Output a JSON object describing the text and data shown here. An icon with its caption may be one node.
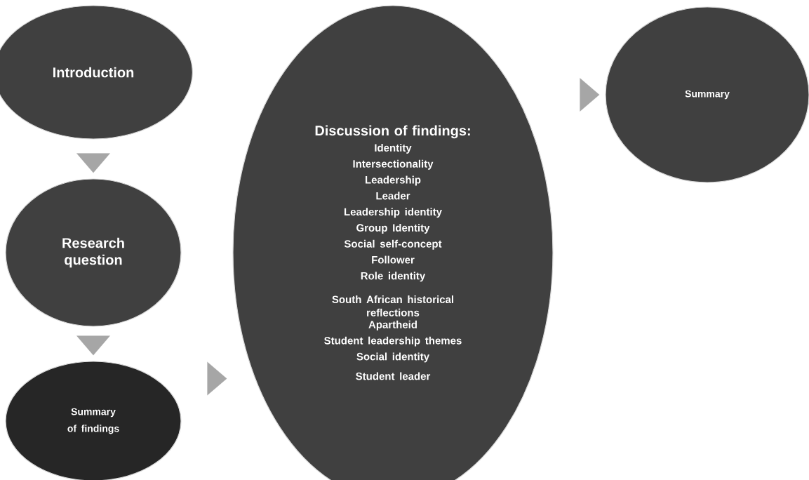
{
  "diagram": {
    "nodes": [
      {
        "text": [
          "Introduction"
        ]
      },
      {
        "text": [
          "Research question"
        ]
      },
      {
        "text": [
          "Summary of findings"
        ]
      },
      {
        "text": [
          "Discussion of findings:",
          "Identity",
          "Intersectionality",
          "Leadership",
          "Leader",
          "Leadership identity",
          "Group Identity",
          "Social self-concept",
          "Follower",
          "Role identity",
          "South African historical reflections",
          "Apartheid",
          "Student leadership themes",
          "Social identity",
          "Student leader"
        ]
      },
      {
        "text": [
          "Summary"
        ]
      }
    ],
    "edges": [
      {
        "from": 0,
        "to": 1,
        "arrow": "to"
      },
      {
        "from": 1,
        "to": 2,
        "arrow": "to"
      },
      {
        "from": 2,
        "to": 3,
        "arrow": "to"
      },
      {
        "from": 3,
        "to": 4,
        "arrow": "to"
      }
    ]
  }
}
